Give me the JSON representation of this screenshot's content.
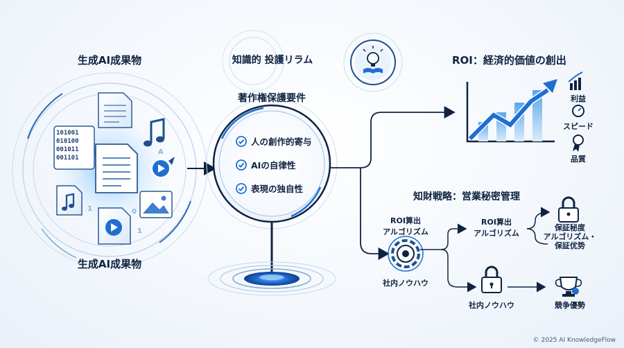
{
  "left": {
    "title_top": "生成AI成果物",
    "title_bottom": "生成AI成果物",
    "binary_text": [
      "101001",
      "010100",
      "001011",
      "001101"
    ],
    "stray_glyphs": [
      "A",
      "1",
      "0",
      "1"
    ]
  },
  "center": {
    "mechanism_title": "知識的 投護リラム",
    "requirements_title": "著作権保護要件",
    "requirements": [
      "人の創作的寄与",
      "AIの自律性",
      "表現の独自性"
    ]
  },
  "roi": {
    "title": "ROI：経済的価値の創出",
    "metrics": [
      "利益",
      "スピード",
      "品質"
    ]
  },
  "strategy": {
    "title": "知財戦略：営業秘密管理",
    "source_label_1": "ROI算出",
    "source_label_2": "アルゴリズム",
    "source_bottom": "社内ノウハウ",
    "branch_top_label_1": "ROI算出",
    "branch_top_label_2": "アルゴリズム",
    "branch_bottom_label": "社内ノウハウ",
    "outcome_top_1": "保証秘度",
    "outcome_top_2": "アルゴリズム・",
    "outcome_top_3": "保証优势",
    "outcome_bottom": "競争優勢"
  },
  "footer": "© 2025 AI KnowledgeFlow",
  "colors": {
    "accent": "#1f6fd1",
    "dark": "#0f2340",
    "light": "#9cc6f2"
  }
}
